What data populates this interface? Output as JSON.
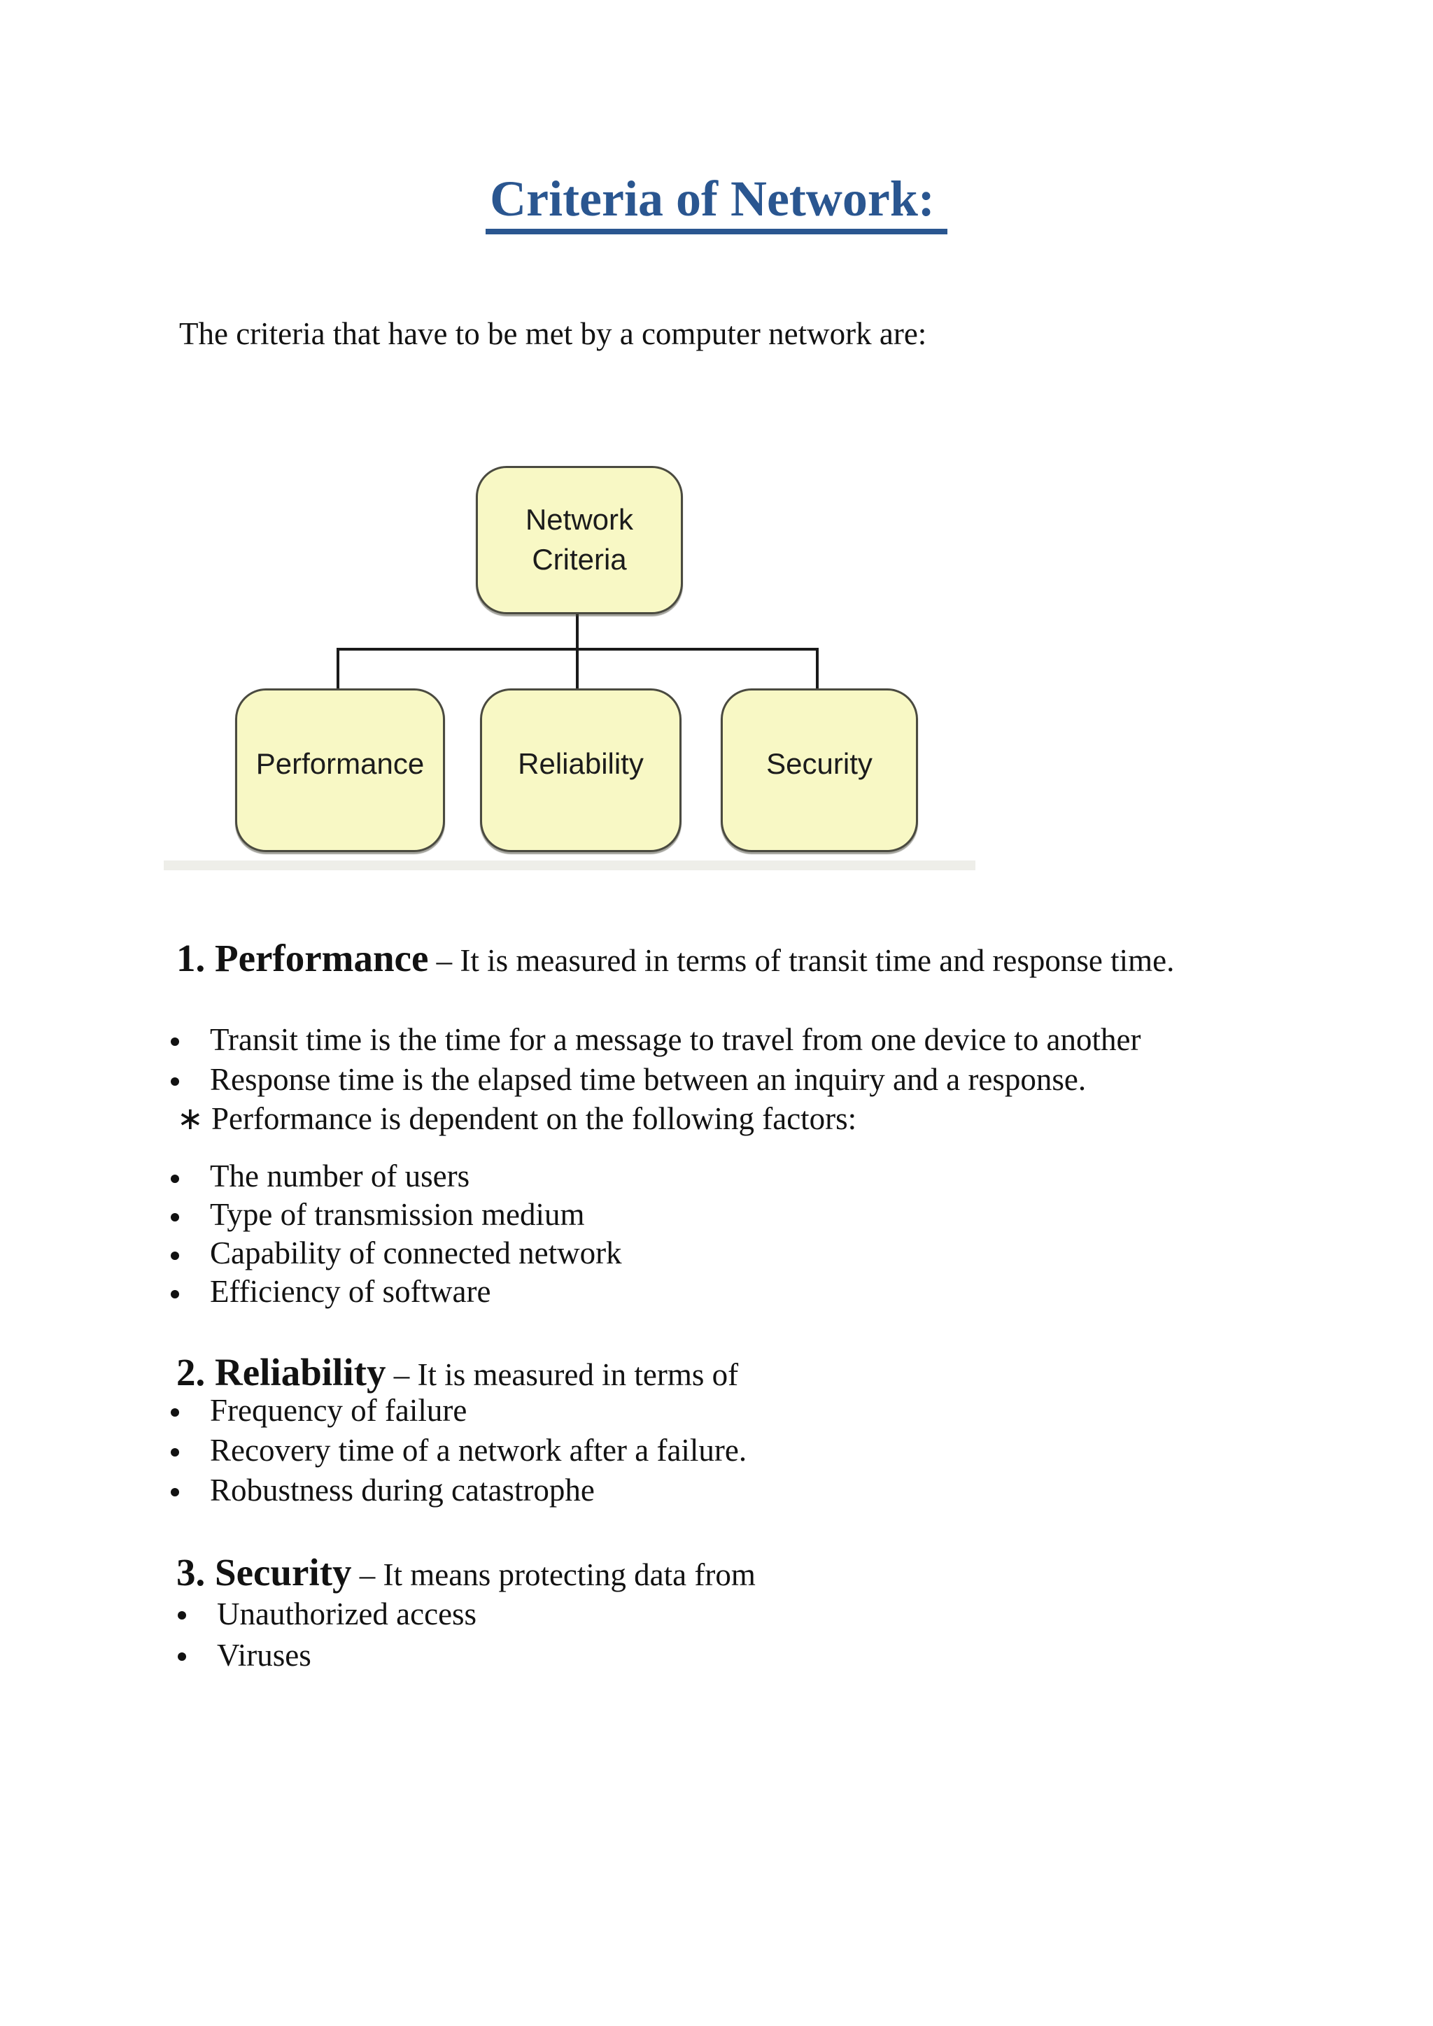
{
  "title": "Criteria of Network:",
  "intro": "The criteria that have to be met by a computer network are:",
  "colors": {
    "title_color": "#2A5690",
    "box_fill": "#F8F8C5",
    "box_border": "#4A4A40",
    "connector": "#1A1A1A"
  },
  "diagram": {
    "root": {
      "line1": "Network",
      "line2": "Criteria"
    },
    "children": [
      "Performance",
      "Reliability",
      "Security"
    ]
  },
  "sections": {
    "performance": {
      "heading_bold": "1. Performance",
      "heading_rest": " – It is measured in terms of transit time and response time.",
      "bullets": [
        "Transit time is the time for a message to travel from one device to another",
        "Response time is the elapsed time between an inquiry and a response."
      ],
      "note": "∗ Performance is dependent on the following factors:",
      "factors": [
        "The number of users",
        "Type of transmission medium",
        "Capability of connected network",
        "Efficiency of software"
      ]
    },
    "reliability": {
      "heading_bold": "2. Reliability",
      "heading_rest": " – It is measured in terms of",
      "bullets": [
        "Frequency of failure",
        "Recovery time of a network after a failure.",
        "Robustness during catastrophe"
      ]
    },
    "security": {
      "heading_bold": "3. Security",
      "heading_rest": " – It means protecting data from",
      "bullets": [
        "Unauthorized access",
        "Viruses"
      ]
    }
  }
}
